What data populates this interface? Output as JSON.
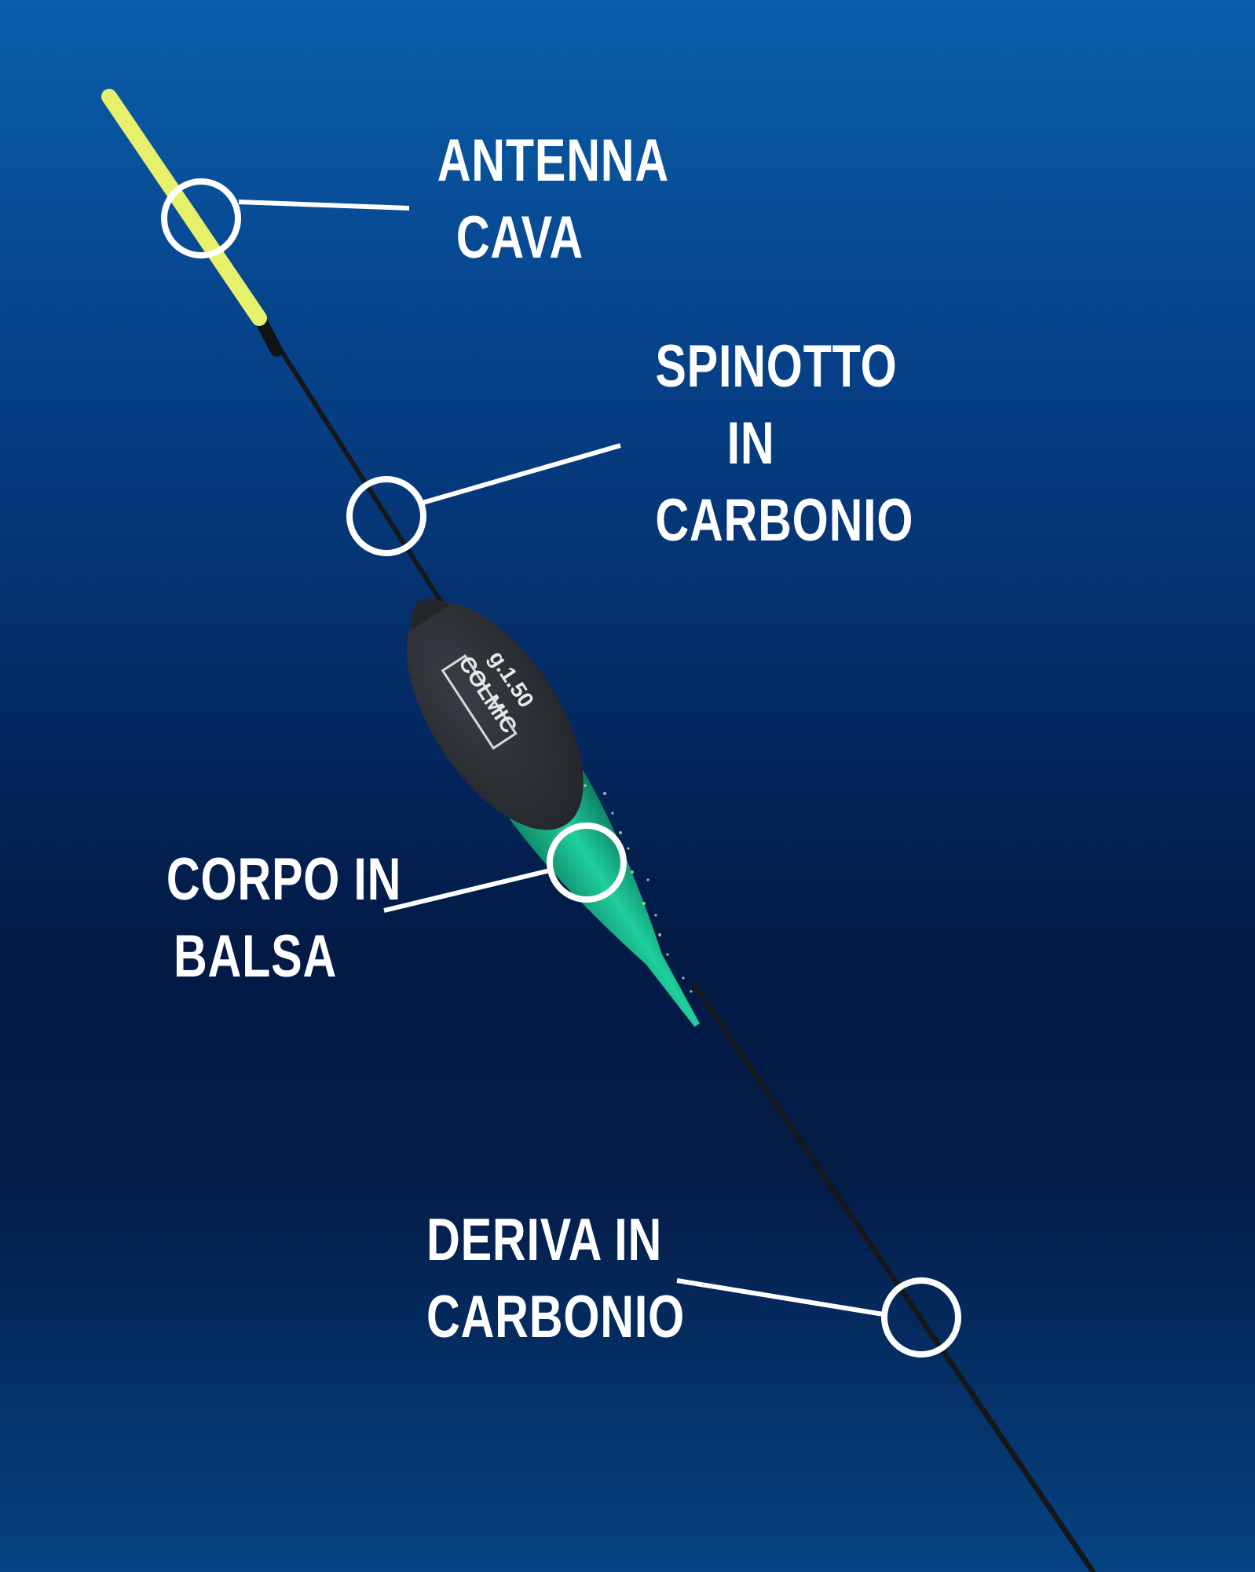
{
  "labels": [
    {
      "id": "antenna",
      "lines": [
        "ANTENNA",
        "CAVA"
      ]
    },
    {
      "id": "spinotto",
      "lines": [
        "SPINOTTO",
        "IN",
        "CARBONIO"
      ]
    },
    {
      "id": "corpo",
      "lines": [
        "CORPO IN",
        "BALSA"
      ]
    },
    {
      "id": "deriva",
      "lines": [
        "DERIVA IN",
        "CARBONIO"
      ]
    }
  ],
  "float": {
    "brand": "COLMIC",
    "weight": "g.1.50"
  },
  "colors": {
    "antenna": "#e6f06a",
    "body_top": "#2a2e33",
    "body_bottom": "#17b08a",
    "stem": "#1a1c20",
    "callout": "#ffffff"
  }
}
